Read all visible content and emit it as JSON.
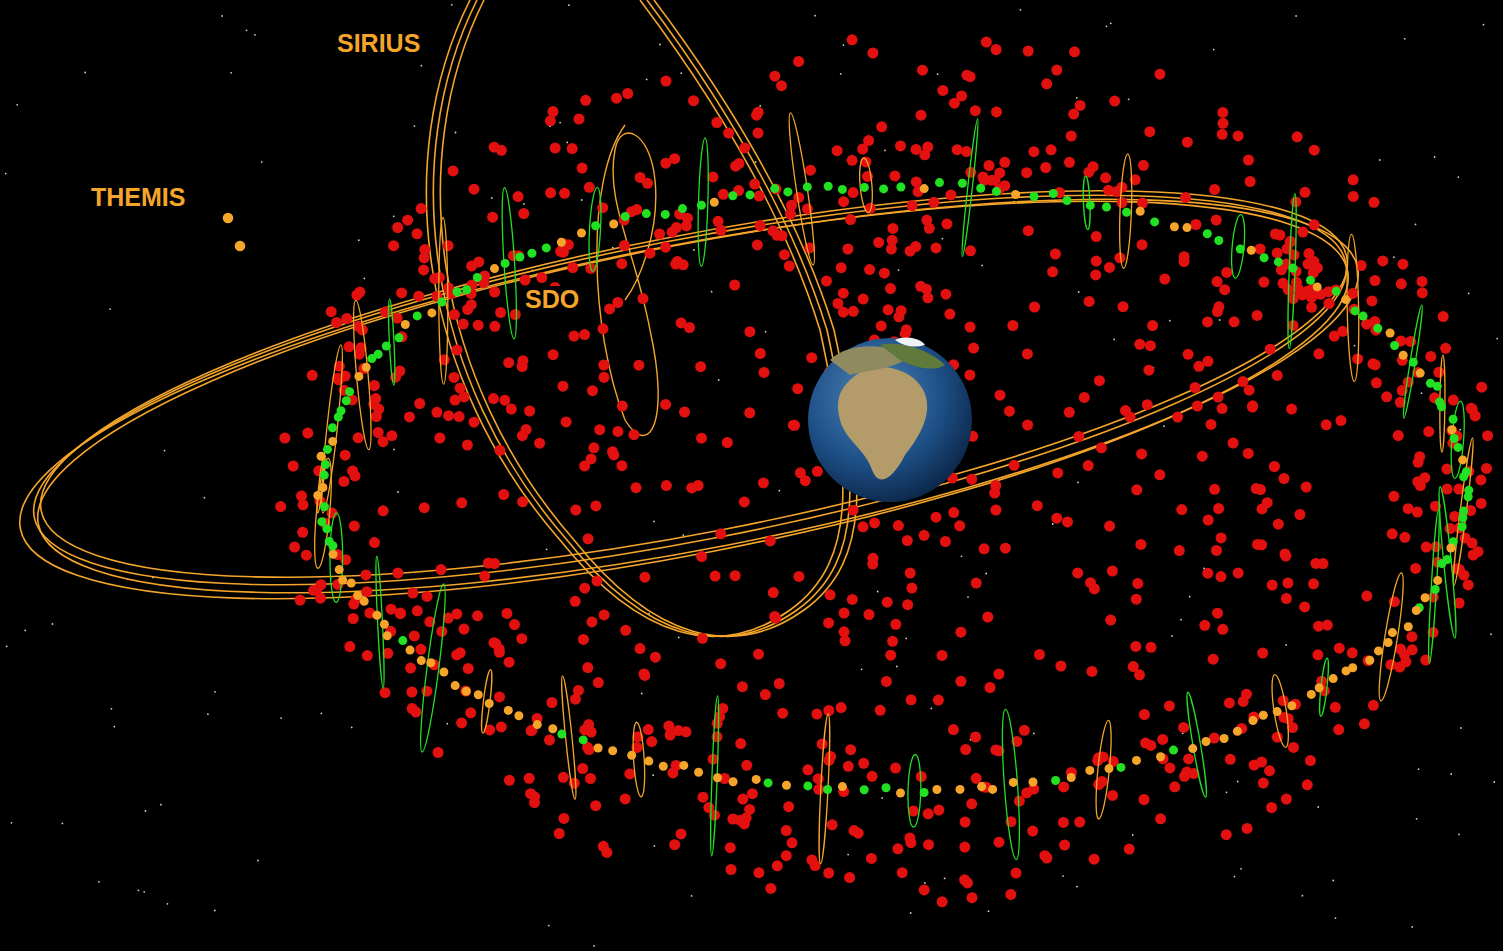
{
  "diagram": {
    "labels": [
      "THEMIS",
      "SIRIUS",
      "SDO"
    ]
  }
}
